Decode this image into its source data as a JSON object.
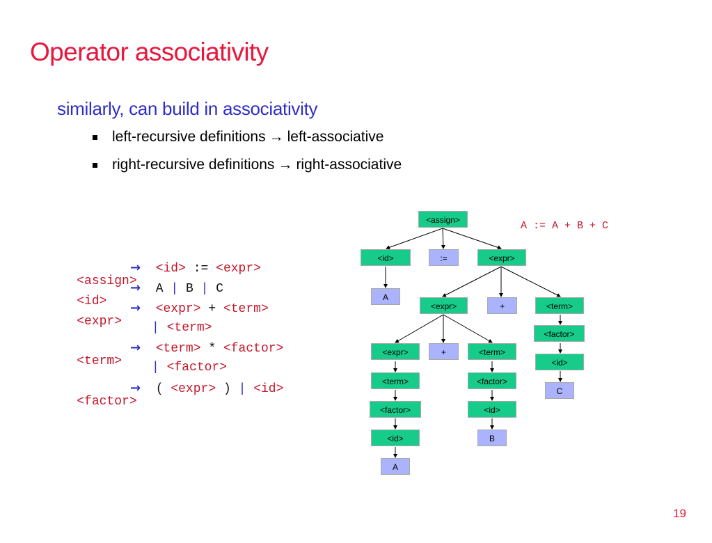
{
  "slide": {
    "title": "Operator associativity",
    "subtitle": "similarly, can build in associativity",
    "bullets": [
      {
        "left": "left-recursive definitions",
        "right": "left-associative"
      },
      {
        "left": "right-recursive definitions",
        "right": "right-associative"
      }
    ],
    "arrow": "→",
    "page_number": "19"
  },
  "grammar": {
    "arrow": "→",
    "rows": {
      "r1": {
        "lhs": "<assign>",
        "a": "<id>",
        "b": ":=",
        "c": "<expr>"
      },
      "r2": {
        "lhs": "<id>",
        "a": "A",
        "bar1": "|",
        "b": "B",
        "bar2": "|",
        "c": "C"
      },
      "r3": {
        "lhs": "<expr>",
        "a": "<expr>",
        "b": "+",
        "c": "<term>"
      },
      "r4": {
        "bar": "|",
        "a": "<term>"
      },
      "r5": {
        "lhs": "<term>",
        "a": "<term>",
        "b": "*",
        "c": "<factor>"
      },
      "r6": {
        "bar": "|",
        "a": "<factor>"
      },
      "r7": {
        "lhs": "<factor>",
        "a": "(",
        "b": "<expr>",
        "c": ")",
        "bar": "|",
        "d": "<id>"
      }
    }
  },
  "example_expression": "A := A + B + C",
  "parse_tree": {
    "assign": "<assign>",
    "id_top": "<id>",
    "assign_op": ":=",
    "expr_top": "<expr>",
    "leaf_a_top": "A",
    "expr_mid": "<expr>",
    "plus_mid": "+",
    "term_right": "<term>",
    "factor_right": "<factor>",
    "id_right": "<id>",
    "leaf_c": "C",
    "expr_low": "<expr>",
    "plus_low": "+",
    "term_mid": "<term>",
    "factor_mid": "<factor>",
    "id_mid": "<id>",
    "leaf_b": "B",
    "term_low": "<term>",
    "factor_low": "<factor>",
    "id_low": "<id>",
    "leaf_a_low": "A"
  }
}
